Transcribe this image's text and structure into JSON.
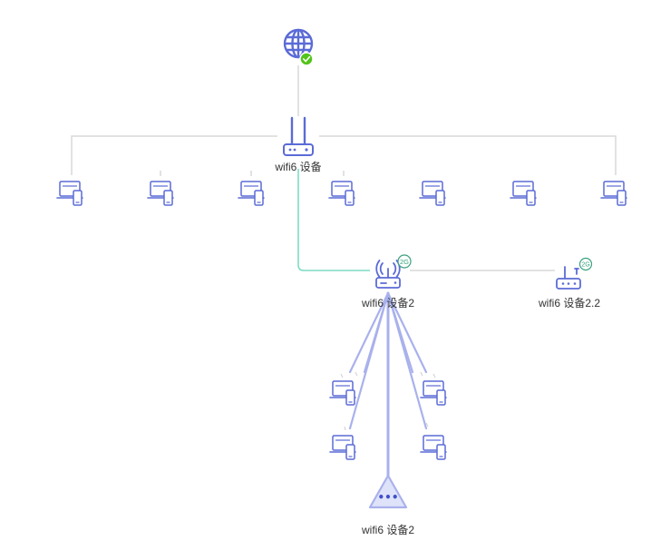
{
  "colors": {
    "device": "#5b6bd6",
    "link_wired": "#d9d9d9",
    "link_wireless": "#7fdcc4",
    "link_star": "#a9b1ec",
    "badge_ok": "#52c41a",
    "badge_band": "#3aa17e"
  },
  "icons": {
    "internet": "globe-icon",
    "router": "router-icon",
    "client": "laptop-phone-icon",
    "mesh": "mesh-node-icon",
    "ap": "access-point-icon",
    "cluster": "triangle-cluster-icon"
  },
  "nodes": {
    "internet": {
      "status": "connected"
    },
    "main_router": {
      "label": "wifi6 设备"
    },
    "sub_router": {
      "label": "wifi6 设备2",
      "band": "2G"
    },
    "ap": {
      "label": "wifi6 设备2.2",
      "band": "2G"
    },
    "cluster": {
      "label": "wifi6 设备2",
      "more": "•••"
    }
  }
}
